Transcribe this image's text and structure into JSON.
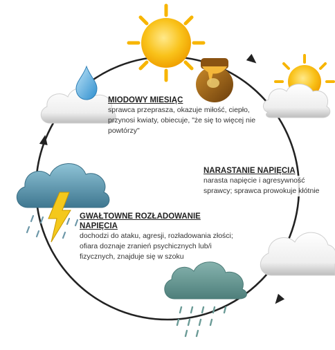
{
  "diagram": {
    "stages": [
      {
        "id": "honeymoon",
        "title": "MIODOWY MIESIĄC",
        "description": "sprawca przeprasza, okazuje miłość, ciepło, przynosi kwiaty, obiecuje, \"że się to więcej nie powtórzy\""
      },
      {
        "id": "tension",
        "title": "NARASTANIE NAPIĘCIA",
        "description": "narasta napięcie i agresywność sprawcy; sprawca prowokuje kłótnie"
      },
      {
        "id": "explosion",
        "title": "GWAŁTOWNE ROZŁADOWANIE NAPIĘCIA",
        "description": "dochodzi do ataku, agresji, rozładowania złości; ofiara doznaje zranień psychicznych lub/i fizycznych, znajduje się w szoku"
      }
    ],
    "icons": [
      "sun-icon",
      "honey-pot-icon",
      "sun-behind-cloud-icon",
      "cloud-icon",
      "rain-cloud-icon",
      "storm-cloud-icon",
      "lightning-bolt-icon",
      "rain-drop-icon"
    ],
    "colors": {
      "ring": "#222222",
      "sun": "#f7b500",
      "sun_glow": "#ffe066",
      "cloud": "#f2f2f2",
      "cloud_shade": "#c9c9c9",
      "storm_cloud": "#5b8fa6",
      "rain_cloud": "#6a9a96",
      "lightning": "#f4c81c",
      "drop": "#5aa8d8"
    }
  }
}
